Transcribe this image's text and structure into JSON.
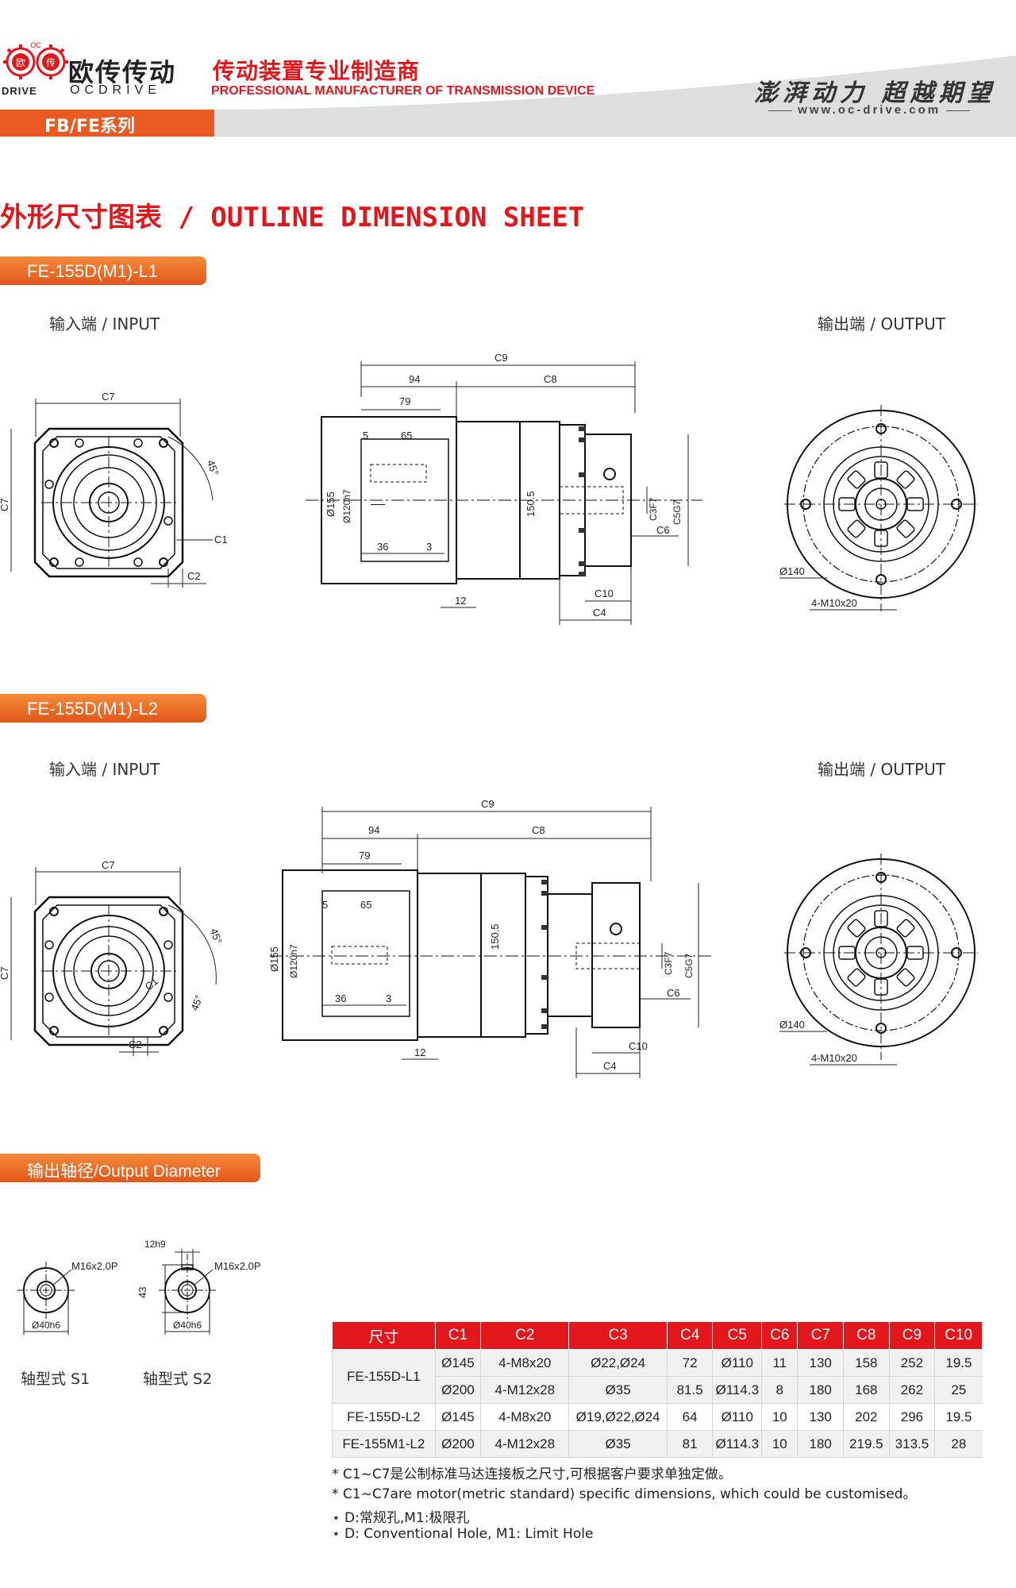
{
  "header": {
    "logo_letters": [
      "OC",
      "欧",
      "传"
    ],
    "logo_sub": "DRIVE",
    "brand_cn": "欧传传动",
    "brand_en": "OCDRIVE",
    "tagline_cn": "传动装置专业制造商",
    "tagline_en": "PROFESSIONAL MANUFACTURER OF TRANSMISSION DEVICE",
    "series": "FB/FE系列",
    "slogan": "澎湃动力 超越期望",
    "website": "www.oc-drive.com",
    "accent_color": "#e3161b",
    "orange_color": "#e85a21"
  },
  "page_title": "外形尺寸图表 / OUTLINE DIMENSION SHEET",
  "sections": [
    {
      "model": "FE-155D(M1)-L1",
      "input_label": "输入端 / INPUT",
      "output_label": "输出端 / OUTPUT",
      "dims": {
        "c7": "C7",
        "c1": "C1",
        "c2": "C2",
        "angle": "45°",
        "c9": "C9",
        "d94": "94",
        "c8": "C8",
        "d79": "79",
        "d5": "5",
        "d65": "65",
        "d155": "Ø155",
        "d120": "Ø120h7",
        "d150": "150.5",
        "d36": "36",
        "d3": "3",
        "d12": "12",
        "c3": "C3F7",
        "c5": "C5G7",
        "c6": "C6",
        "c10": "C10",
        "c4": "C4",
        "d140": "Ø140",
        "holes": "4-M10x20"
      }
    },
    {
      "model": "FE-155D(M1)-L2",
      "input_label": "输入端 / INPUT",
      "output_label": "输出端 / OUTPUT",
      "dims": {
        "c7": "C7",
        "c1": "C1",
        "c2": "C2",
        "angle": "45°",
        "angle2": "45°",
        "c9": "C9",
        "d94": "94",
        "c8": "C8",
        "d79": "79",
        "d5": "5",
        "d65": "65",
        "d155": "Ø155",
        "d120": "Ø120h7",
        "d150": "150.5",
        "d36": "36",
        "d3": "3",
        "d12": "12",
        "c3": "C3F7",
        "c5": "C5G7",
        "c6": "C6",
        "c10": "C10",
        "c4": "C4",
        "d140": "Ø140",
        "holes": "4-M10x20"
      }
    }
  ],
  "output_diameter": {
    "label": "输出轴径/Output Diameter",
    "shafts": [
      {
        "thread": "M16x2.0P",
        "diameter": "Ø40h6",
        "caption": "轴型式 S1"
      },
      {
        "thread": "M16x2.0P",
        "diameter": "Ø40h6",
        "caption": "轴型式 S2",
        "key_width": "12h9",
        "key_height": "43"
      }
    ]
  },
  "table": {
    "headers": [
      "尺寸",
      "C1",
      "C2",
      "C3",
      "C4",
      "C5",
      "C6",
      "C7",
      "C8",
      "C9",
      "C10"
    ],
    "rows": [
      {
        "model": "FE-155D-L1",
        "rowspan": 2,
        "values": [
          "Ø145",
          "4-M8x20",
          "Ø22,Ø24",
          "72",
          "Ø110",
          "11",
          "130",
          "158",
          "252",
          "19.5"
        ]
      },
      {
        "model": "",
        "values": [
          "Ø200",
          "4-M12x28",
          "Ø35",
          "81.5",
          "Ø114.3",
          "8",
          "180",
          "168",
          "262",
          "25"
        ]
      },
      {
        "model": "FE-155D-L2",
        "values": [
          "Ø145",
          "4-M8x20",
          "Ø19,Ø22,Ø24",
          "64",
          "Ø110",
          "10",
          "130",
          "202",
          "296",
          "19.5"
        ]
      },
      {
        "model": "FE-155M1-L2",
        "values": [
          "Ø200",
          "4-M12x28",
          "Ø35",
          "81",
          "Ø114.3",
          "10",
          "180",
          "219.5",
          "313.5",
          "28"
        ]
      }
    ]
  },
  "notes": [
    "* C1~C7是公制标准马达连接板之尺寸,可根据客户要求单独定做。",
    "* C1~C7are motor(metric standard)  specific dimensions, which could be customised。",
    "⋆ D:常规孔,M1:极限孔",
    "⋆ D: Conventional Hole, M1: Limit Hole"
  ]
}
